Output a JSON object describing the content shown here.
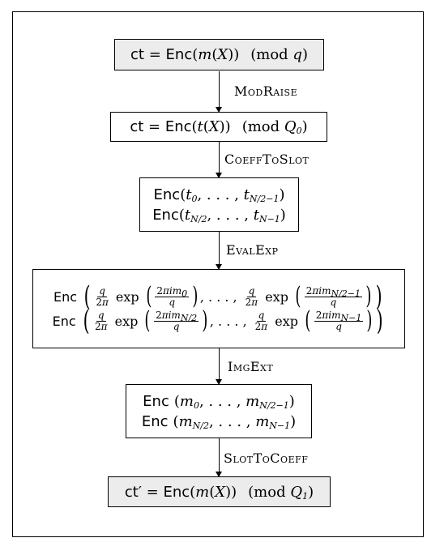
{
  "steps": [
    {
      "lines": [
        "ct = Enc(m(X)) (mod q)"
      ],
      "shaded": true
    },
    {
      "lines": [
        "ct = Enc(t(X)) (mod Q_0)"
      ],
      "shaded": false
    },
    {
      "lines": [
        "Enc(t_0, ..., t_{N/2-1})",
        "Enc(t_{N/2}, ..., t_{N-1})"
      ],
      "shaded": false
    },
    {
      "lines": [
        "Enc(q/2π exp(2πim_0/q), ..., q/2π exp(2πim_{N/2-1}/q))",
        "Enc(q/2π exp(2πim_{N/2}/q), ..., q/2π exp(2πim_{N-1}/q))"
      ],
      "shaded": false
    },
    {
      "lines": [
        "Enc(m_0, ..., m_{N/2-1})",
        "Enc(m_{N/2}, ..., m_{N-1})"
      ],
      "shaded": false
    },
    {
      "lines": [
        "ct' = Enc(m(X)) (mod Q_1)"
      ],
      "shaded": true
    }
  ],
  "transitions": [
    "ModRaise",
    "CoeffToSlot",
    "EvalExp",
    "ImgExt",
    "SlotToCoeff"
  ]
}
